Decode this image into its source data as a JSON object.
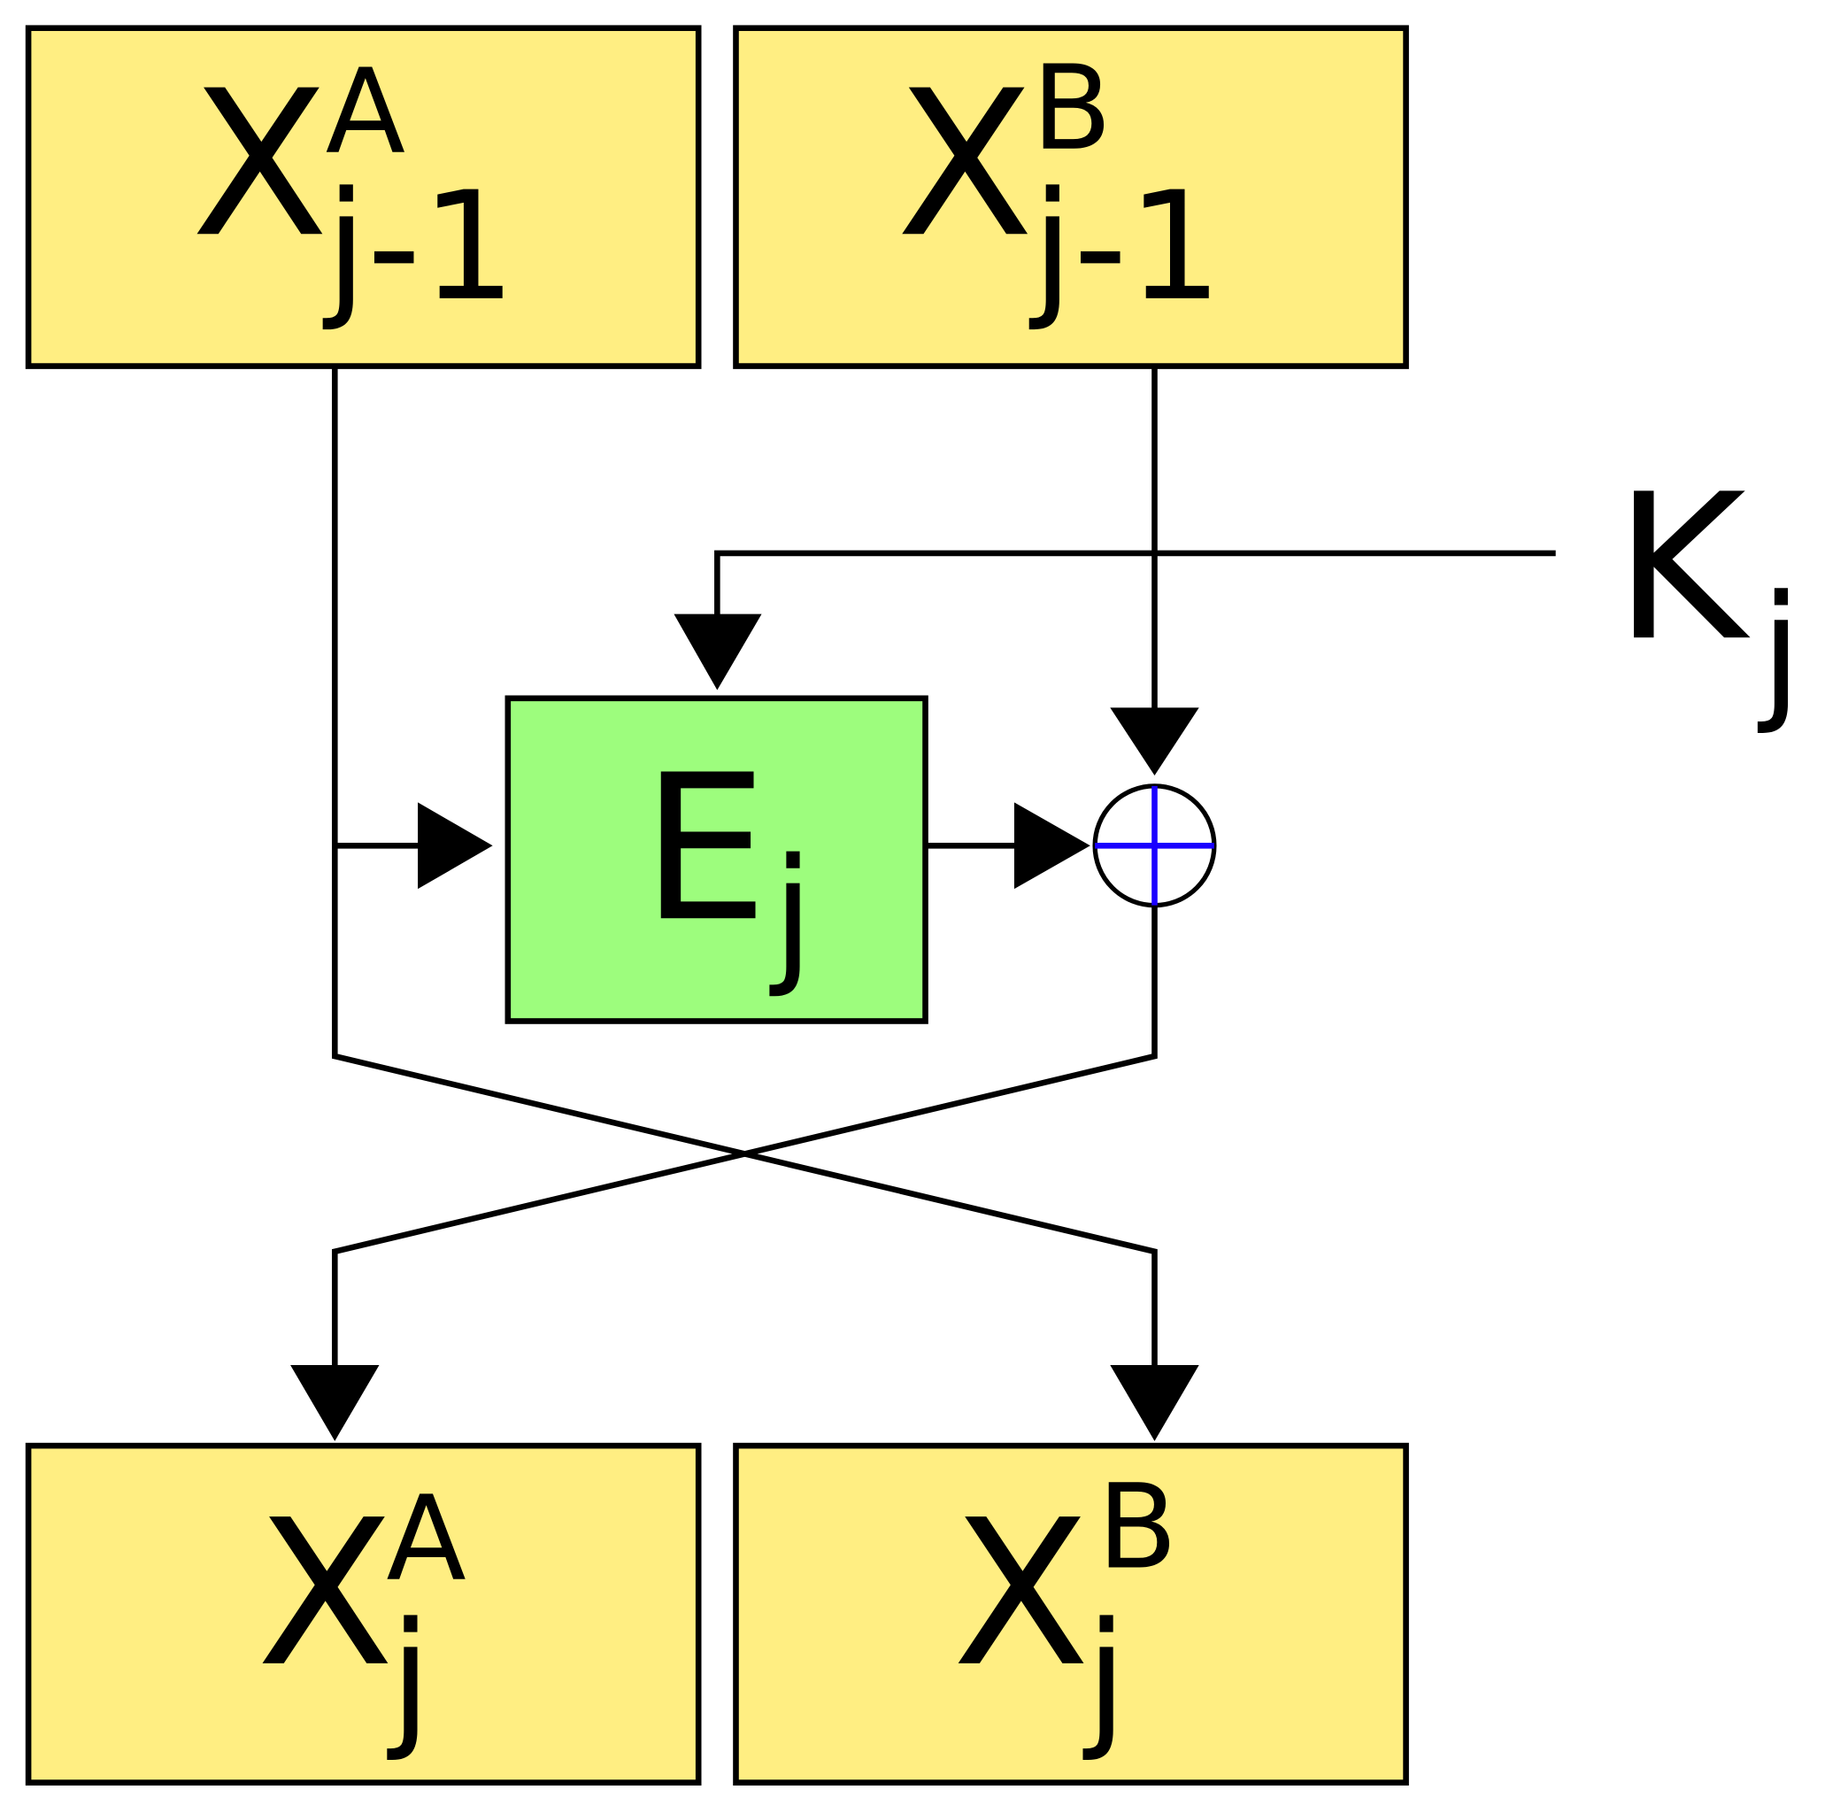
{
  "title": "Feistel-like round with function E_j and key K_j",
  "colors": {
    "register_fill": "#ffee82",
    "function_fill": "#9dfd7d",
    "xor_cross": "#1a00ff",
    "stroke": "#000000"
  },
  "inputs": [
    {
      "base": "X",
      "sup": "A",
      "sub": "j-1"
    },
    {
      "base": "X",
      "sup": "B",
      "sub": "j-1"
    }
  ],
  "outputs": [
    {
      "base": "X",
      "sup": "A",
      "sub": "j"
    },
    {
      "base": "X",
      "sup": "B",
      "sub": "j"
    }
  ],
  "function": {
    "base": "E",
    "sub": "j"
  },
  "key": {
    "base": "K",
    "sub": "j"
  },
  "xor_icon": "xor-circle-plus-icon"
}
